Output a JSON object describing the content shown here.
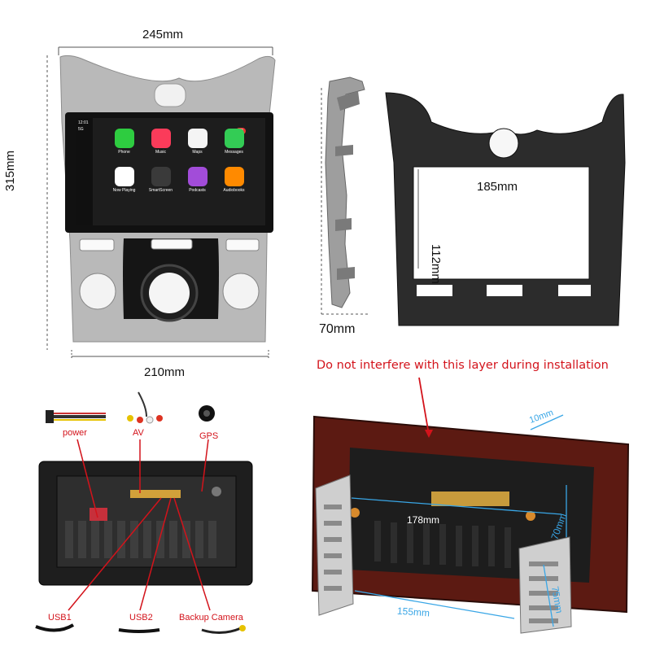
{
  "dimensions": {
    "top_width": "245mm",
    "height": "315mm",
    "bottom_width": "210mm",
    "inner_width": "185mm",
    "inner_height": "112mm",
    "depth": "70mm"
  },
  "screen": {
    "time": "12:01",
    "signal": "5G",
    "badge": "79",
    "apps": [
      {
        "label": "Phone",
        "color": "#2ecc40",
        "icon": "phone-icon"
      },
      {
        "label": "Music",
        "color": "#fb3b5a",
        "icon": "music-icon"
      },
      {
        "label": "Maps",
        "color": "#f4f4f4",
        "icon": "maps-icon"
      },
      {
        "label": "Messages",
        "color": "#33cc55",
        "icon": "messages-icon"
      },
      {
        "label": "Now Playing",
        "color": "#ffffff",
        "icon": "now-playing-icon"
      },
      {
        "label": "SmartScreen",
        "color": "#3a3a3a",
        "icon": "home-icon"
      },
      {
        "label": "Podcasts",
        "color": "#a24cd9",
        "icon": "podcasts-icon"
      },
      {
        "label": "Audiobooks",
        "color": "#ff8a00",
        "icon": "audiobooks-icon"
      }
    ]
  },
  "warning": "Do not interfere with this layer during installation",
  "accessories": {
    "power": "power",
    "av": "AV",
    "gps": "GPS",
    "usb1": "USB1",
    "usb2": "USB2",
    "backup_camera": "Backup Camera"
  },
  "unit_dimensions": {
    "bezel": "10mm",
    "width": "178mm",
    "height": "70mm",
    "depth": "75mm",
    "bottom": "155mm"
  },
  "colors": {
    "red": "#d3131b",
    "silver": "#b9b9b9",
    "dark": "#1b1b1b",
    "blue_dim": "#39a6e6"
  }
}
